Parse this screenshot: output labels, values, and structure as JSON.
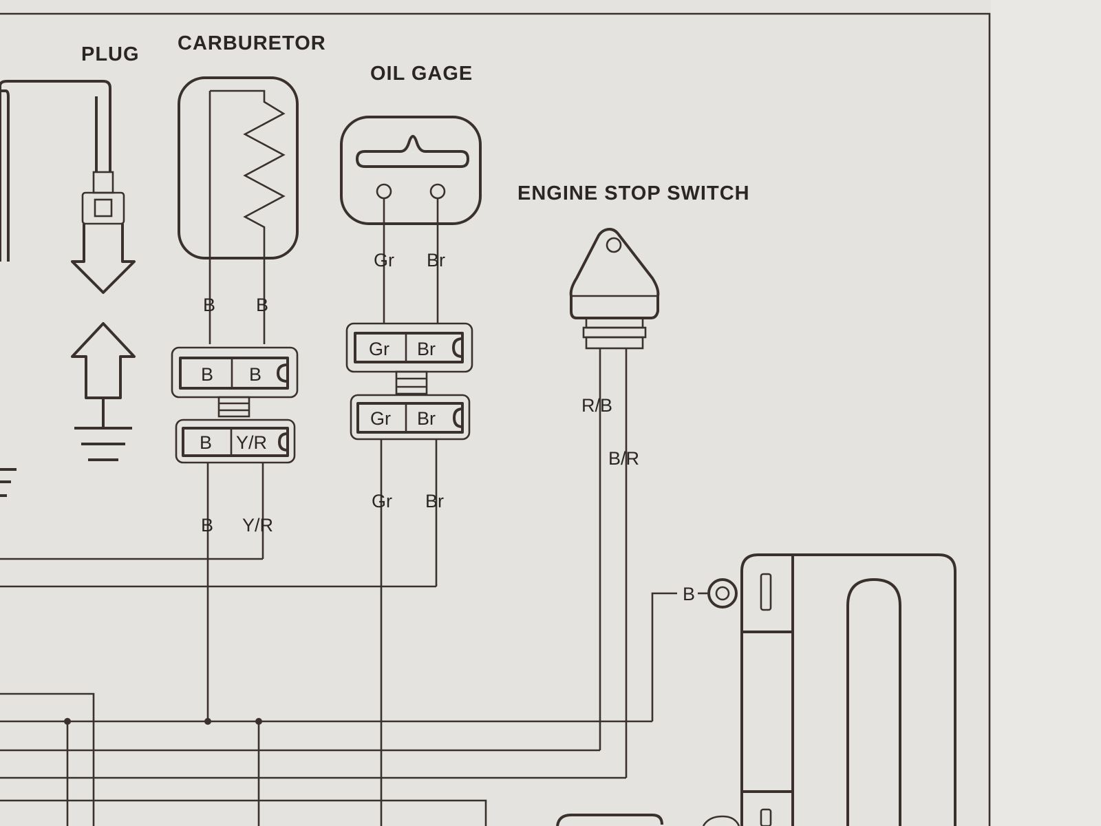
{
  "labels": {
    "plug": "PLUG",
    "carburetor": "CARBURETOR",
    "oil_gage": "OIL GAGE",
    "engine_stop_switch": "ENGINE STOP SWITCH"
  },
  "wires": {
    "carb_left_top": "B",
    "carb_right_top": "B",
    "carb_left_bottom": "B",
    "carb_right_bottom": "Y/R",
    "oil_left_top": "Gr",
    "oil_right_top": "Br",
    "oil_left_bottom": "Gr",
    "oil_right_bottom": "Br",
    "switch_left": "R/B",
    "switch_right": "B/R",
    "ground_terminal": "B"
  },
  "connectors": {
    "carb_upper": [
      "B",
      "B"
    ],
    "carb_lower": [
      "B",
      "Y/R"
    ],
    "oil_upper": [
      "Gr",
      "Br"
    ],
    "oil_lower": [
      "Gr",
      "Br"
    ]
  },
  "colors": {
    "paper": "#e4e3df",
    "ink": "#3a312c"
  }
}
